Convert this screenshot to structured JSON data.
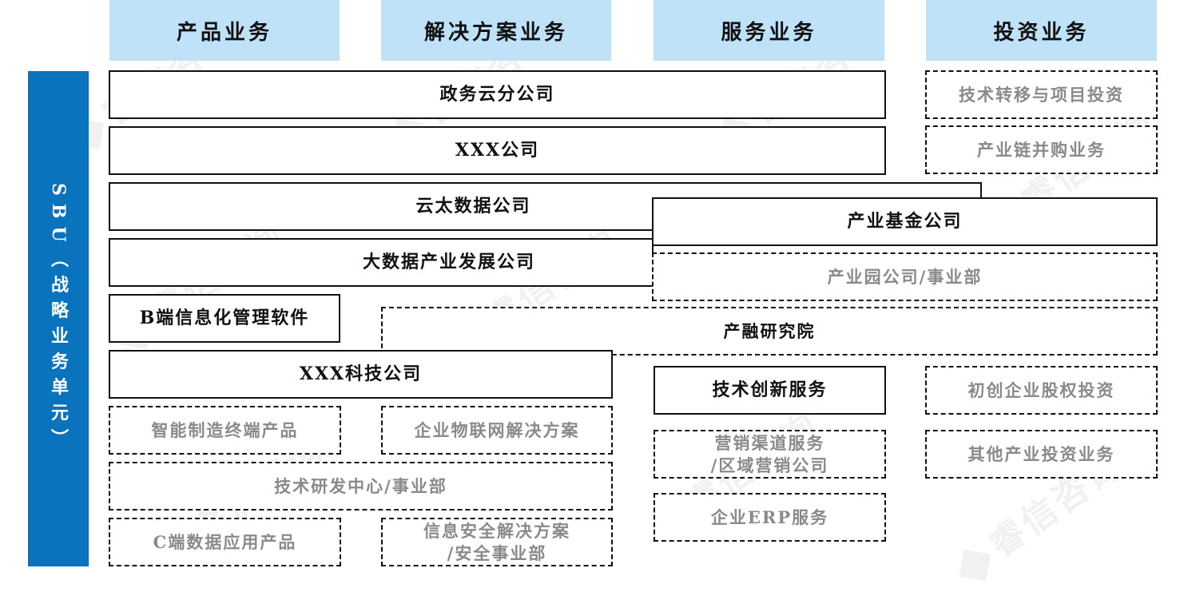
{
  "headers": [
    "产品业务",
    "解决方案业务",
    "服务业务",
    "投资业务"
  ],
  "sbu_label": "SBU（战略业务单元）",
  "boxes": {
    "gov_cloud": "政务云分公司",
    "xxx_company": "XXX公司",
    "yuntai": "云太数据公司",
    "industry_fund": "产业基金公司",
    "bigdata": "大数据产业发展公司",
    "park": "产业园公司/事业部",
    "b_software": "B端信息化管理软件",
    "research_institute": "产融研究院",
    "xxx_tech": "XXX科技公司",
    "tech_innovation": "技术创新服务",
    "smart_manufacturing": "智能制造终端产品",
    "iot_solution": "企业物联网解决方案",
    "marketing_line1": "营销渠道服务",
    "marketing_line2": "/区域营销公司",
    "rnd_center": "技术研发中心/事业部",
    "erp": "企业ERP服务",
    "c_data": "C端数据应用产品",
    "security_line1": "信息安全解决方案",
    "security_line2": "/安全事业部",
    "tech_transfer": "技术转移与项目投资",
    "ma": "产业链并购业务",
    "startup_equity": "初创企业股权投资",
    "other_invest": "其他产业投资业务"
  },
  "watermark": "睿信咨询",
  "colors": {
    "header_bg": "#c0e2f8",
    "sbu_bg": "#0a73be",
    "dashed_text": "#8a8a8a"
  }
}
